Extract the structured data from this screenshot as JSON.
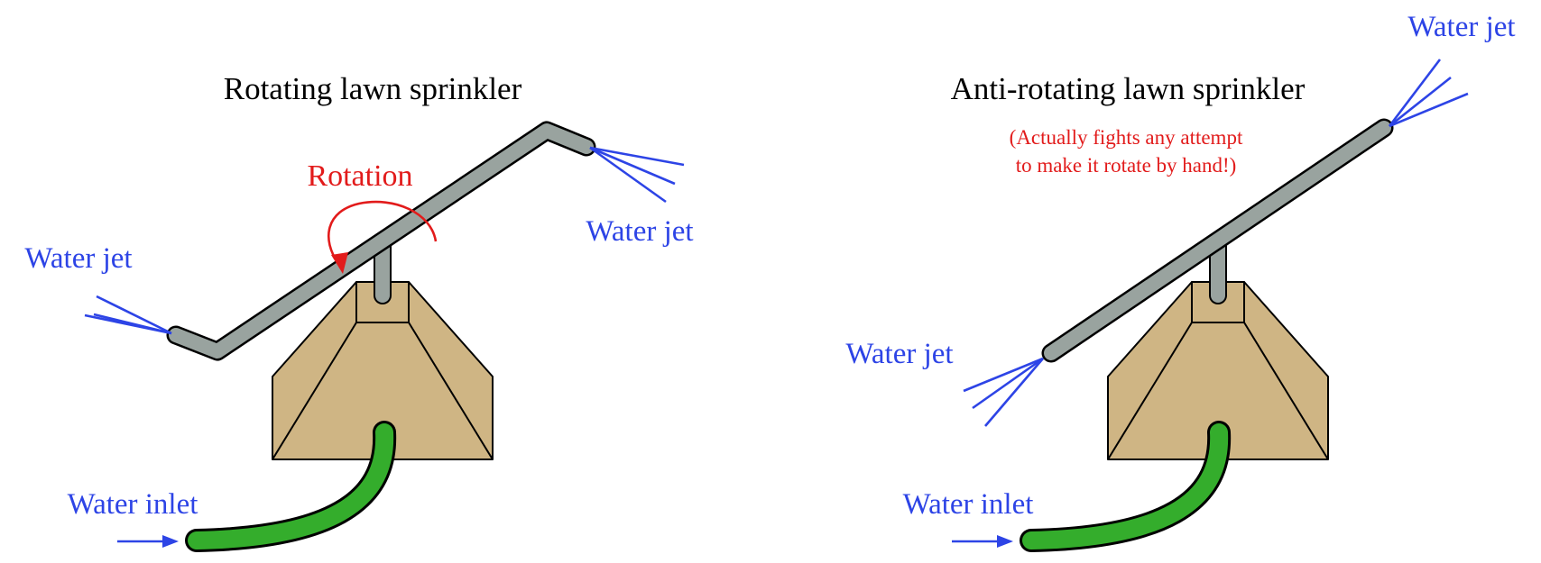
{
  "left": {
    "title": "Rotating lawn sprinkler",
    "rotation_label": "Rotation",
    "jet_left_label": "Water jet",
    "jet_right_label": "Water jet",
    "inlet_label": "Water inlet"
  },
  "right": {
    "title": "Anti-rotating lawn sprinkler",
    "note_line1": "(Actually fights any attempt",
    "note_line2": "to make it rotate by hand!)",
    "jet_left_label": "Water jet",
    "jet_right_label": "Water jet",
    "inlet_label": "Water inlet"
  },
  "colors": {
    "label_blue": "#2d44e6",
    "annotation_red": "#e21b1b",
    "base_tan": "#cfb584",
    "pipe_gray": "#99a39f",
    "hose_green": "#34ad2c"
  }
}
